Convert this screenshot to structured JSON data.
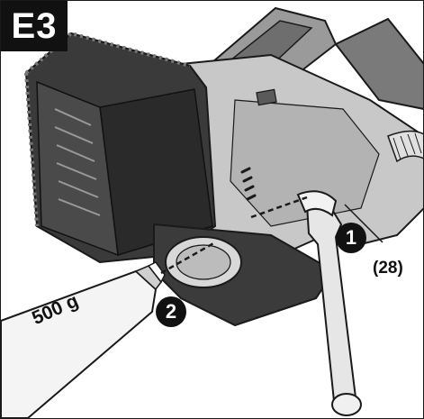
{
  "figure": {
    "step_label": "E3",
    "callouts": [
      "1",
      "2"
    ],
    "reference_label": "(28)",
    "tube_label": "500 g"
  },
  "colors": {
    "dark": "#2b2b2b",
    "mid": "#8c8c8c",
    "light": "#d4d4d4",
    "outline": "#1a1a1a"
  }
}
